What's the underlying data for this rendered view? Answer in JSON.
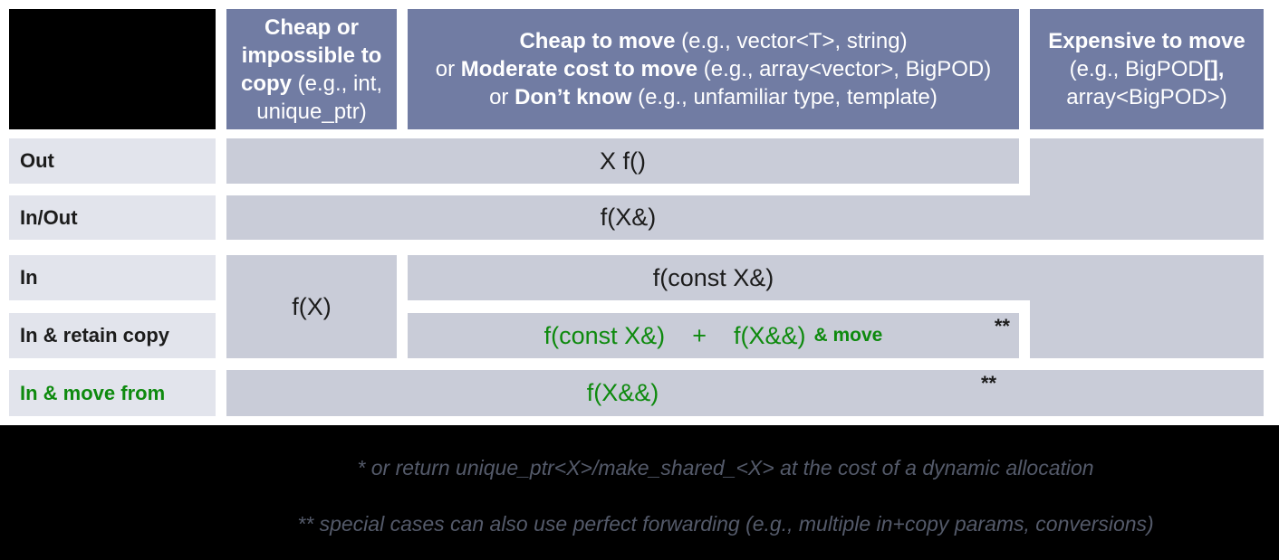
{
  "colors": {
    "header_bg": "#717ca3",
    "cell_bg": "#c9ccd8",
    "label_bg": "#e2e4ec",
    "green": "#0e8a0e",
    "text": "#1c1c1c",
    "header_text": "#ffffff",
    "footnote_text": "#545a6a",
    "black": "#000000"
  },
  "header": {
    "cheap_copy": {
      "bold": "Cheap or impossible to copy",
      "rest": " (e.g., int, unique_ptr)"
    },
    "cheap_move": {
      "l1_bold": "Cheap to move",
      "l1_rest": " (e.g., vector<T>, string)",
      "l2_prefix": "or ",
      "l2_bold": "Moderate cost to move",
      "l2_rest": " (e.g., array<vector>, BigPOD)",
      "l3_prefix": "or ",
      "l3_bold": "Don’t know",
      "l3_rest": " (e.g., unfamiliar type, template)"
    },
    "expensive_move": {
      "l1_bold": "Expensive to move",
      "l2_a": "(e.g., BigPOD",
      "l2_bold": "[],",
      "l3": "array<BigPOD>)"
    }
  },
  "rows": {
    "out": {
      "label": "Out",
      "cell": "X f()"
    },
    "inout": {
      "label": "In/Out",
      "cell": "f(X&)"
    },
    "in": {
      "label": "In",
      "cell": "f(const X&)",
      "copy_cell": "f(X)"
    },
    "retain": {
      "label": "In & retain copy",
      "part1": "f(const X&)",
      "plus": "+",
      "part2": "f(X&&)",
      "part3": "& move",
      "stars": "**"
    },
    "movefrom": {
      "label": "In & move from",
      "cell": "f(X&&)",
      "stars": "**"
    }
  },
  "footnotes": {
    "line1": "* or return unique_ptr<X>/make_shared_<X> at the cost of a dynamic allocation",
    "line2": "** special cases can also use perfect forwarding (e.g., multiple in+copy params, conversions)"
  }
}
